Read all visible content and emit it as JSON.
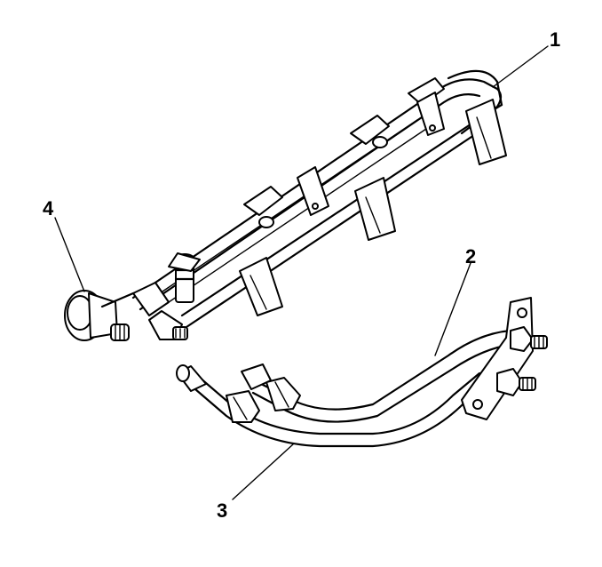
{
  "diagram": {
    "callouts": [
      {
        "id": "1",
        "label": "1",
        "part": "fuel-rail"
      },
      {
        "id": "2",
        "label": "2",
        "part": "fuel-feed-pipe"
      },
      {
        "id": "3",
        "label": "3",
        "part": "fuel-return-pipe"
      },
      {
        "id": "4",
        "label": "4",
        "part": "pressure-regulator"
      }
    ],
    "colors": {
      "line": "#000000",
      "background": "#ffffff"
    }
  }
}
